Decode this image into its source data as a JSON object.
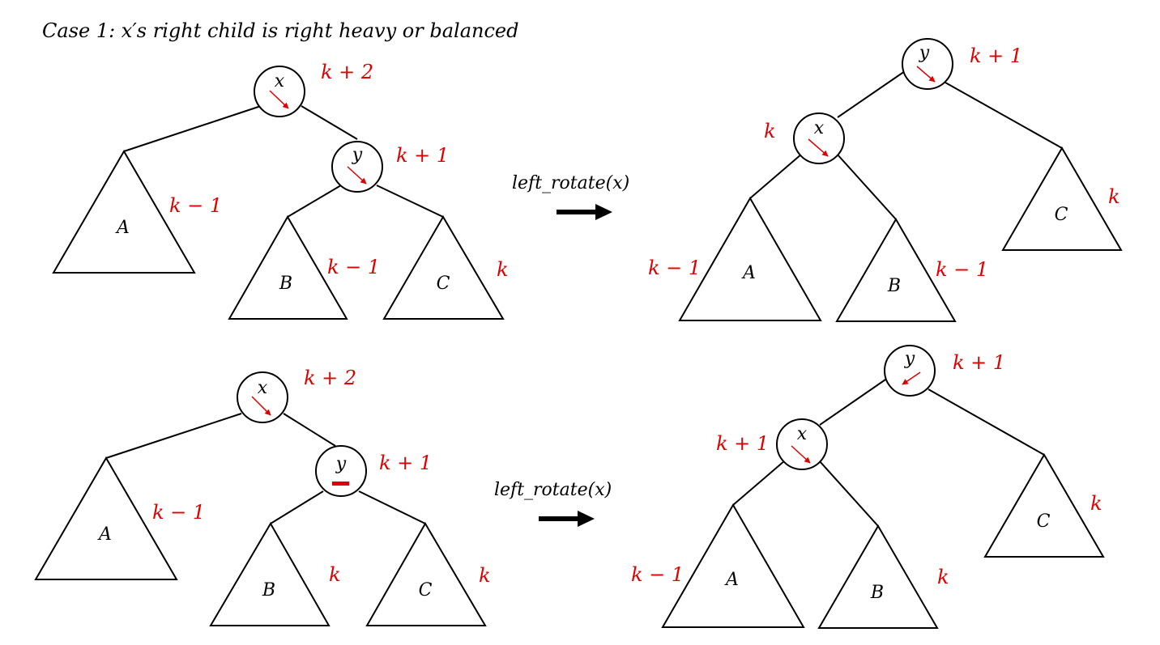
{
  "caption": "Case 1: x′s right child is right heavy or balanced",
  "colors": {
    "height_label": "#e00000",
    "balance_marker": "#e00000",
    "line": "#000000"
  },
  "rows": [
    {
      "before": {
        "x": {
          "label": "x",
          "height": "k + 2",
          "balance": "right"
        },
        "y": {
          "label": "y",
          "height": "k + 1",
          "balance": "right"
        },
        "A": {
          "label": "A",
          "height": "k − 1"
        },
        "B": {
          "label": "B",
          "height": "k − 1"
        },
        "C": {
          "label": "C",
          "height": "k"
        }
      },
      "operation": "left_rotate(x)",
      "after": {
        "y": {
          "label": "y",
          "height": "k + 1",
          "balance": "right"
        },
        "x": {
          "label": "x",
          "height": "k",
          "balance": "right"
        },
        "A": {
          "label": "A",
          "height": "k − 1"
        },
        "B": {
          "label": "B",
          "height": "k − 1"
        },
        "C": {
          "label": "C",
          "height": "k"
        }
      }
    },
    {
      "before": {
        "x": {
          "label": "x",
          "height": "k + 2",
          "balance": "right"
        },
        "y": {
          "label": "y",
          "height": "k + 1",
          "balance": "balanced"
        },
        "A": {
          "label": "A",
          "height": "k − 1"
        },
        "B": {
          "label": "B",
          "height": "k"
        },
        "C": {
          "label": "C",
          "height": "k"
        }
      },
      "operation": "left_rotate(x)",
      "after": {
        "y": {
          "label": "y",
          "height": "k + 1",
          "balance": "left"
        },
        "x": {
          "label": "x",
          "height": "k + 1",
          "balance": "right"
        },
        "A": {
          "label": "A",
          "height": "k − 1"
        },
        "B": {
          "label": "B",
          "height": "k"
        },
        "C": {
          "label": "C",
          "height": "k"
        }
      }
    }
  ]
}
